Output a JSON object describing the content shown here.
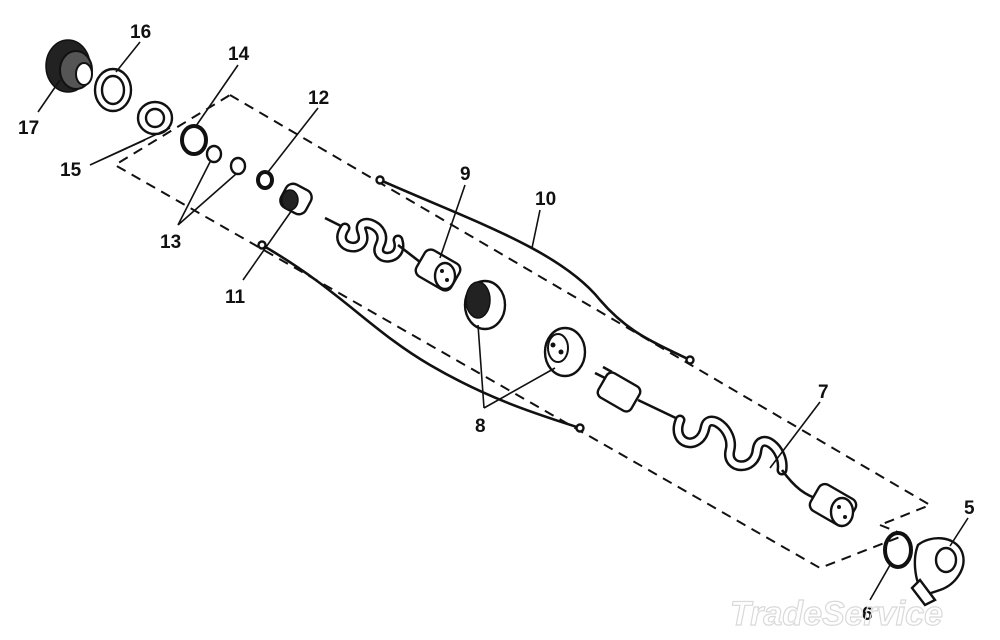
{
  "diagram": {
    "callouts": [
      "17",
      "16",
      "15",
      "14",
      "13",
      "12",
      "11",
      "10",
      "9",
      "8",
      "7",
      "6",
      "5"
    ],
    "watermark": "TradeService"
  }
}
